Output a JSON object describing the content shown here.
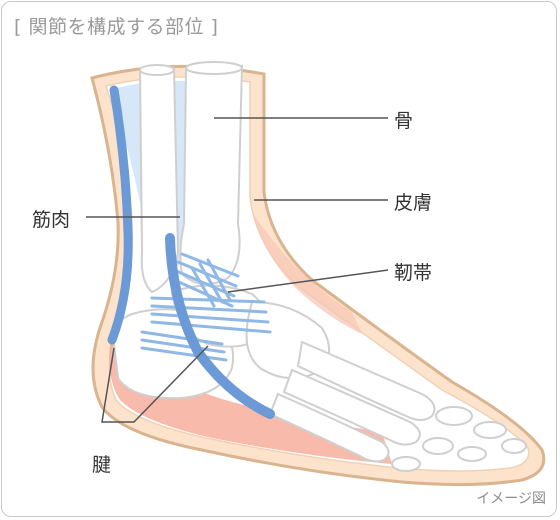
{
  "title": "[ 関節を構成する部位 ]",
  "labels": {
    "bone": "骨",
    "skin": "皮膚",
    "ligament": "靭帯",
    "muscle": "筋肉",
    "tendon": "腱"
  },
  "note": "イメージ図",
  "colors": {
    "skin_fill": "#fde3cc",
    "skin_outline": "#d9b48f",
    "soft_tissue": "#f4a38f",
    "bone": "#ffffff",
    "bone_outline": "#cfcfcf",
    "muscle": "#6b9ad6",
    "muscle_light": "#cfe3f7",
    "ligament": "#8fb8e6",
    "leader_line": "#555555"
  }
}
